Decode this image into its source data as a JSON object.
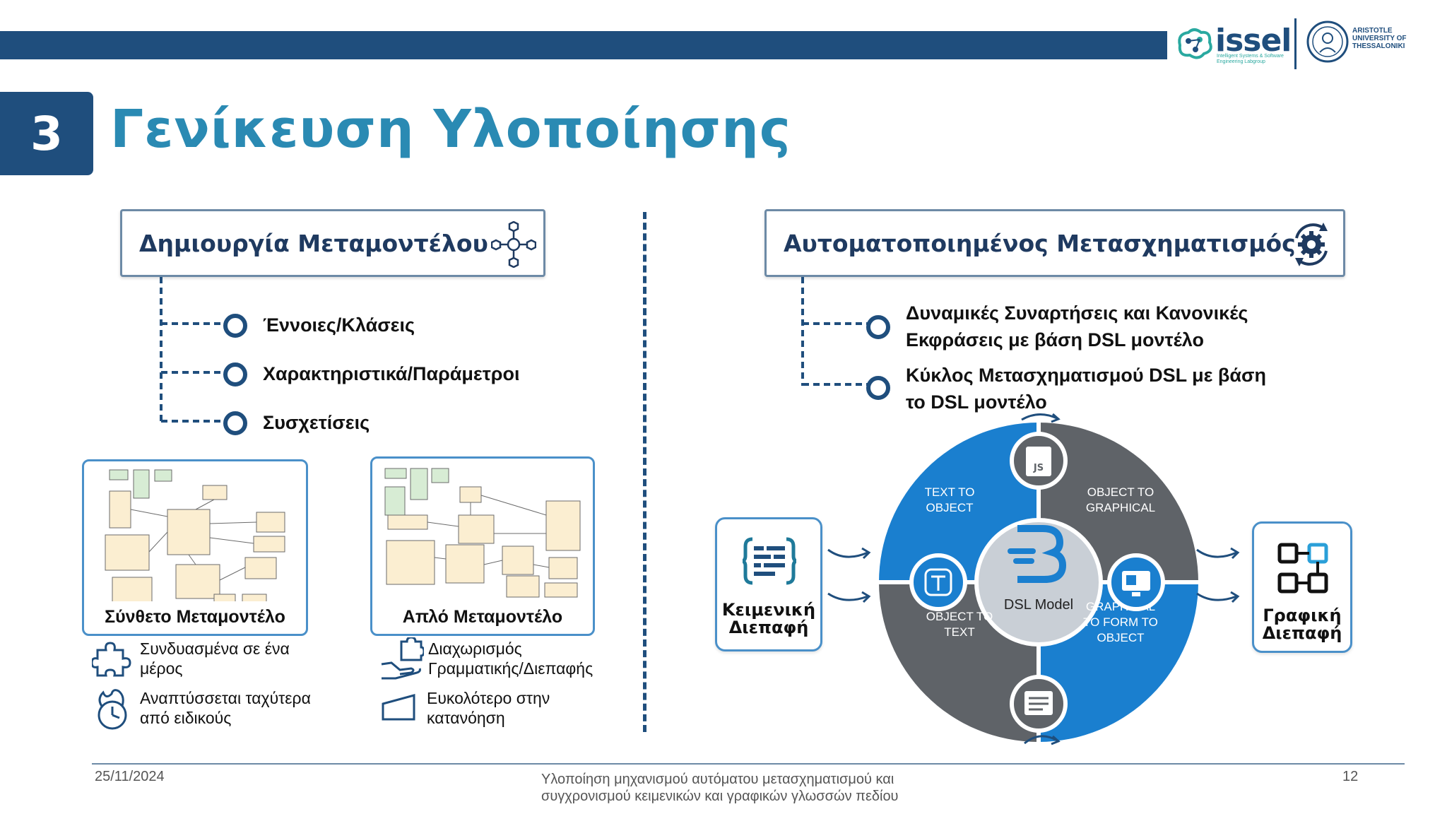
{
  "header": {
    "logo_text": "issel",
    "logo_subtitle": "Intelligent Systems & Software Engineering Labgroup",
    "university": "ARISTOTLE UNIVERSITY OF THESSALONIKI"
  },
  "slide": {
    "number": "3",
    "title": "Γενίκευση Υλοποίησης"
  },
  "left": {
    "box_title": "Δημιουργία Μεταμοντέλου",
    "bullets": [
      "Έννοιες/Κλάσεις",
      "Χαρακτηριστικά/Παράμετροι",
      "Συσχετίσεις"
    ],
    "cards": [
      {
        "label": "Σύνθετο Μεταμοντέλο"
      },
      {
        "label": "Απλό Μεταμοντέλο"
      }
    ],
    "notes": [
      {
        "line1": "Συνδυασμένα σε ένα",
        "line2": "μέρος"
      },
      {
        "line1": "Αναπτύσσεται ταχύτερα",
        "line2": "από ειδικούς"
      },
      {
        "line1": "Διαχωρισμός",
        "line2": "Γραμματικής/Διεπαφής"
      },
      {
        "line1": "Ευκολότερο στην",
        "line2": "κατανόηση"
      }
    ]
  },
  "right": {
    "box_title": "Αυτοματοποιημένος Μετασχηματισμός",
    "bullets": [
      {
        "line1": "Δυναμικές Συναρτήσεις και Κανονικές",
        "line2": "Εκφράσεις με βάση DSL μοντέλο"
      },
      {
        "line1": "Κύκλος Μετασχηματισμού DSL με βάση",
        "line2": "το DSL μοντέλο"
      }
    ],
    "cycle": {
      "center": "DSL Model",
      "js_label": "JS",
      "q1": [
        "TEXT TO",
        "OBJECT"
      ],
      "q2": [
        "OBJECT TO",
        "GRAPHICAL"
      ],
      "q3": [
        "OBJECT TO",
        "TEXT"
      ],
      "q4": [
        "GRAPHICAL",
        "TO FORM TO",
        "OBJECT"
      ]
    },
    "text_interface": {
      "line1": "Κειμενική",
      "line2": "Διεπαφή"
    },
    "graphic_interface": {
      "line1": "Γραφική",
      "line2": "Διεπαφή"
    }
  },
  "footer": {
    "date": "25/11/2024",
    "subtitle_line1": "Υλοποίηση μηχανισμού αυτόματου μετασχηματισμού και",
    "subtitle_line2": "συγχρονισμού κειμενικών και γραφικών γλωσσών πεδίου",
    "page": "12"
  },
  "colors": {
    "navy": "#1f4e7d",
    "title_teal": "#2a8ab3",
    "cycle_blue": "#1a7fcf",
    "cycle_gray": "#5f6368",
    "logo_teal": "#2aa9a0"
  }
}
